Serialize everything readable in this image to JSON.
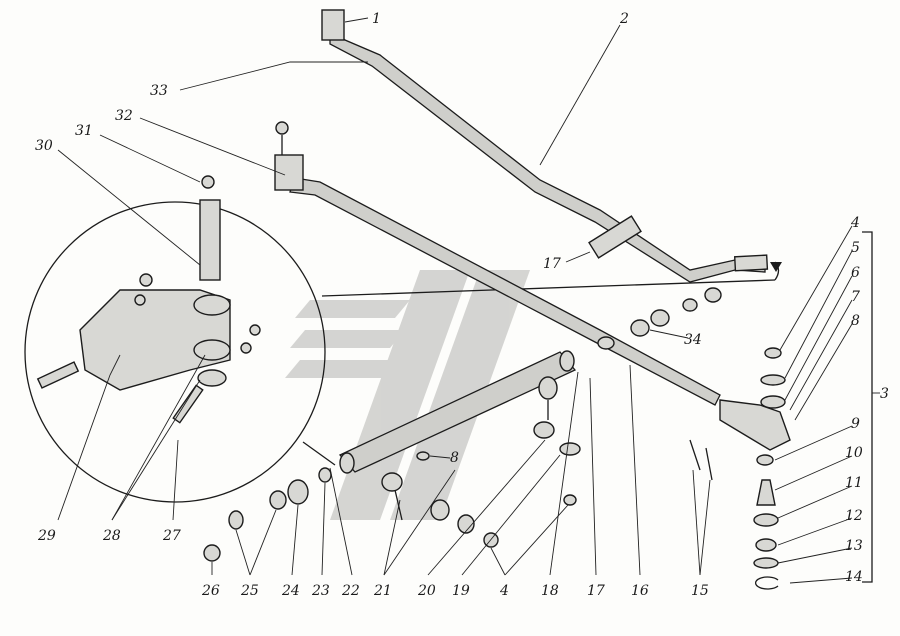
{
  "diagram": {
    "type": "exploded-parts-drawing",
    "callouts": {
      "c1": "1",
      "c2": "2",
      "c3": "3",
      "c4a": "4",
      "c5": "5",
      "c6": "6",
      "c7": "7",
      "c8a": "8",
      "c8b": "8",
      "c9": "9",
      "c10": "10",
      "c11": "11",
      "c12": "12",
      "c13": "13",
      "c14": "14",
      "c15": "15",
      "c16": "16",
      "c17a": "17",
      "c17b": "17",
      "c18": "18",
      "c19": "19",
      "c4b": "4",
      "c20": "20",
      "c21": "21",
      "c22": "22",
      "c23": "23",
      "c24": "24",
      "c25": "25",
      "c26": "26",
      "c27": "27",
      "c28": "28",
      "c29": "29",
      "c30": "30",
      "c31": "31",
      "c32": "32",
      "c33": "33",
      "c34": "34"
    },
    "colors": {
      "ink": "#1c1c1c",
      "watermark": "#c8c8c8",
      "paper": "#fdfdfb"
    }
  }
}
